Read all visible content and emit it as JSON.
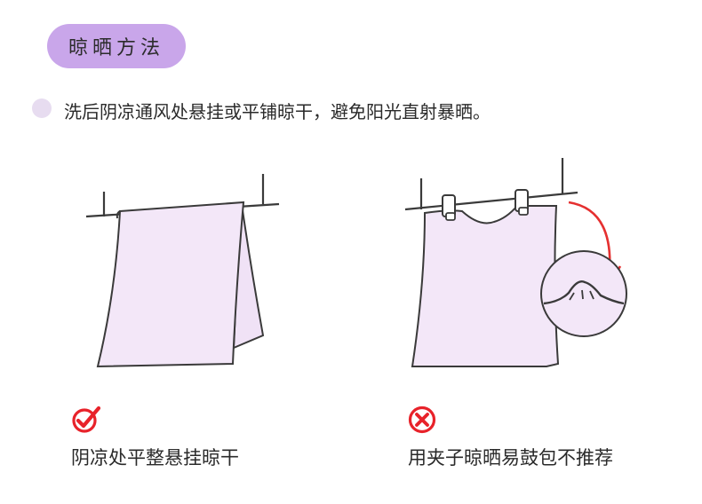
{
  "section": {
    "title": "晾晒方法",
    "description": "洗后阴凉通风处悬挂或平铺晾干，避免阳光直射暴晒。"
  },
  "colors": {
    "pill": "#c9a6ea",
    "towel": "#f3e7f8",
    "outline": "#3a3a3a",
    "check": "#e8222a",
    "cross": "#e8222a",
    "arrow": "#e53030"
  },
  "options": [
    {
      "caption": "阴凉处平整悬挂晾干",
      "verdict": "recommended",
      "icon": "check-icon"
    },
    {
      "caption": "用夹子晾晒易鼓包不推荐",
      "verdict": "not-recommended",
      "icon": "cross-icon"
    }
  ]
}
